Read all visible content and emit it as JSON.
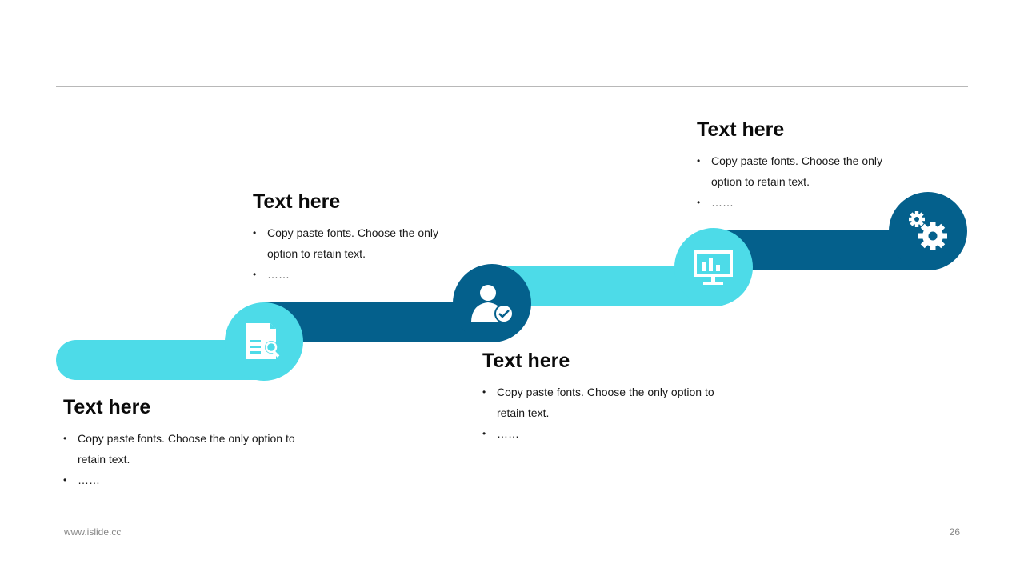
{
  "colors": {
    "light": "#4ddbe8",
    "dark": "#04608c"
  },
  "steps": [
    {
      "title": "Text here",
      "line1": "Copy paste fonts. Choose the only option to",
      "line2": "retain text.",
      "ellipsis": "……",
      "icon": "document-search-icon"
    },
    {
      "title": "Text here",
      "line1": "Copy paste fonts. Choose the only",
      "line2": "option to retain text.",
      "ellipsis": "……",
      "icon": "user-check-icon"
    },
    {
      "title": "Text here",
      "line1": "Copy paste fonts. Choose the only option to",
      "line2": "retain text.",
      "ellipsis": "……",
      "icon": "presentation-chart-icon"
    },
    {
      "title": "Text here",
      "line1": "Copy paste fonts. Choose the only",
      "line2": "option to retain text.",
      "ellipsis": "……",
      "icon": "gears-icon"
    }
  ],
  "footer": {
    "url": "www.islide.cc",
    "page": "26"
  }
}
